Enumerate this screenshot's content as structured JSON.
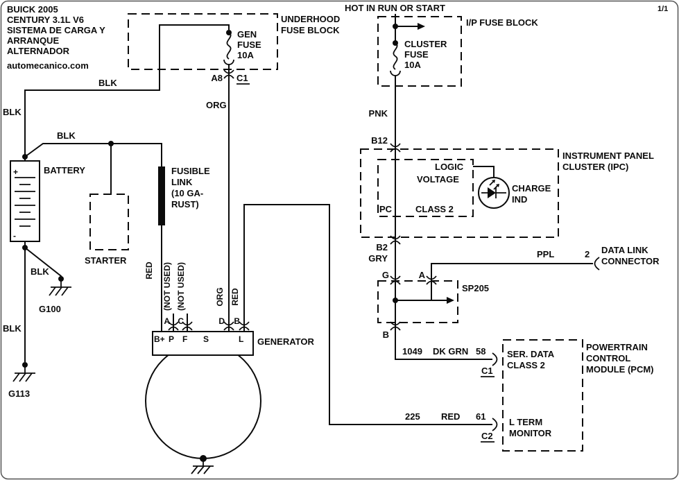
{
  "page": {
    "indicator": "1/1",
    "hot_label": "HOT IN RUN OR START"
  },
  "title_block": {
    "lines": [
      "BUICK 2005",
      "CENTURY 3.1L V6",
      "SISTEMA DE CARGA Y",
      "ARRANQUE",
      "ALTERNADOR"
    ],
    "site": "automecanico.com"
  },
  "underhood_fuse_block": {
    "name1": "UNDERHOOD",
    "name2": "FUSE BLOCK",
    "fuse1": "GEN",
    "fuse2": "FUSE",
    "fuse3": "10A",
    "pin": "A8",
    "conn": "C1",
    "wire_color": "ORG"
  },
  "ip_fuse_block": {
    "name": "I/P FUSE BLOCK",
    "fuse1": "CLUSTER",
    "fuse2": "FUSE",
    "fuse3": "10A",
    "wire_color": "PNK",
    "pin": "B12"
  },
  "ipc": {
    "name1": "INSTRUMENT PANEL",
    "name2": "CLUSTER (IPC)",
    "logic": "LOGIC",
    "voltage": "VOLTAGE",
    "ipc": "IPC",
    "class2": "CLASS 2",
    "charge1": "CHARGE",
    "charge2": "IND",
    "pin": "B2",
    "wire_color": "GRY"
  },
  "splice": {
    "name": "SP205",
    "pin_g": "G",
    "pin_a": "A",
    "pin_b": "B"
  },
  "dlc": {
    "wire_color": "PPL",
    "pin": "2",
    "name1": "DATA LINK",
    "name2": "CONNECTOR"
  },
  "pcm": {
    "name1": "POWERTRAIN",
    "name2": "CONTROL",
    "name3": "MODULE (PCM)",
    "circuit1": "1049",
    "color1": "DK GRN",
    "pin1": "58",
    "conn1": "C1",
    "fn1a": "SER. DATA",
    "fn1b": "CLASS 2",
    "circuit2": "225",
    "color2": "RED",
    "pin2": "61",
    "conn2": "C2",
    "fn2a": "L TERM",
    "fn2b": "MONITOR"
  },
  "battery": {
    "name": "BATTERY",
    "plus": "+",
    "minus": "-"
  },
  "grounds": {
    "g100": "G100",
    "g113": "G113"
  },
  "wire_labels": {
    "blk_battery_top": "BLK",
    "blk_feed_top": "BLK",
    "blk_starter": "BLK",
    "blk_g100": "BLK",
    "blk_g113": "BLK",
    "red_link": "RED"
  },
  "starter": {
    "name": "STARTER"
  },
  "fusible_link": {
    "l1": "FUSIBLE",
    "l2": "LINK",
    "l3": "(10 GA-",
    "l4": "RUST)"
  },
  "generator": {
    "name": "GENERATOR",
    "term_bplus": "B+",
    "term_p": "P",
    "term_f": "F",
    "term_s": "S",
    "term_l": "L",
    "pin_a": "A",
    "pin_c": "C",
    "pin_d": "D",
    "pin_b": "B",
    "not_used1": "(NOT USED)",
    "not_used2": "(NOT USED)",
    "wire_org": "ORG",
    "wire_red": "RED"
  }
}
